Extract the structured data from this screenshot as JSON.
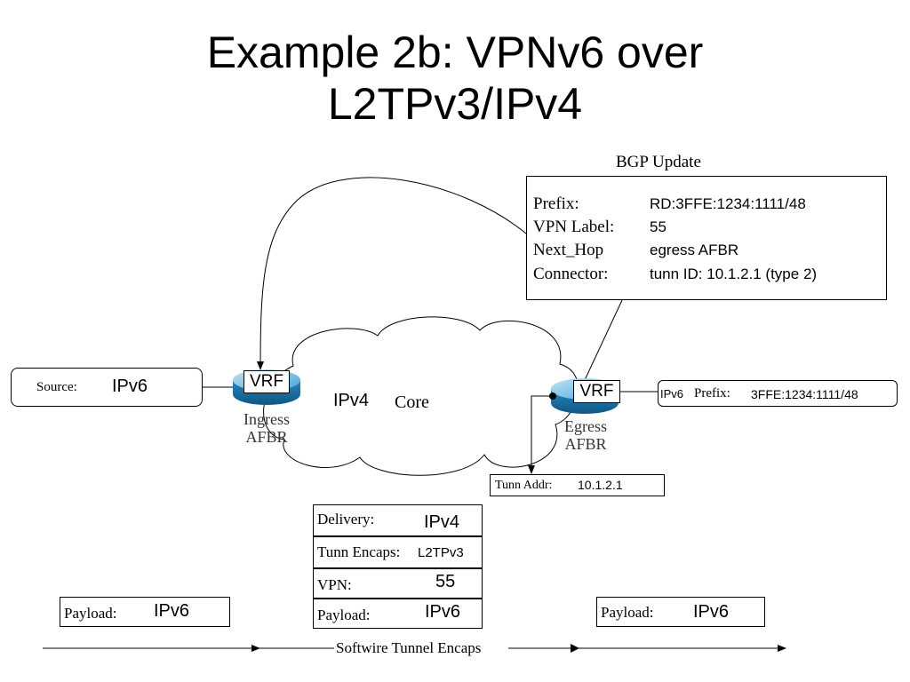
{
  "title": {
    "line1": "Example 2b: VPNv6 over",
    "line2": "L2TPv3/IPv4"
  },
  "bgp": {
    "heading": "BGP Update",
    "rows": [
      {
        "label": "Prefix:",
        "value": "RD:3FFE:1234:1111/48"
      },
      {
        "label": "VPN Label:",
        "value": "55"
      },
      {
        "label": "Next_Hop",
        "value": "egress AFBR"
      },
      {
        "label": "Connector:",
        "value": "tunn ID: 10.1.2.1 (type 2)"
      }
    ]
  },
  "source": {
    "label": "Source:",
    "value": "IPv6"
  },
  "ingress": {
    "vrf": "VRF",
    "line1": "Ingress",
    "line2": "AFBR"
  },
  "egress": {
    "vrf": "VRF",
    "line1": "Egress",
    "line2": "AFBR"
  },
  "core": {
    "ipv4": "IPv4",
    "core": "Core"
  },
  "prefix": {
    "ipv6": "IPv6",
    "label": "Prefix:",
    "value": "3FFE:1234:1111/48"
  },
  "tunn_addr": {
    "label": "Tunn Addr:",
    "value": "10.1.2.1"
  },
  "stack": [
    {
      "label": "Delivery:",
      "value": "IPv4"
    },
    {
      "label": "Tunn Encaps:",
      "value": "L2TPv3"
    },
    {
      "label": "VPN:",
      "value": "55"
    },
    {
      "label": "Payload:",
      "value": "IPv6"
    }
  ],
  "payload_left": {
    "label": "Payload:",
    "value": "IPv6"
  },
  "payload_right": {
    "label": "Payload:",
    "value": "IPv6"
  },
  "bottom_label": "Softwire Tunnel Encaps",
  "colors": {
    "router_top": "#7fc4e6",
    "router_side": "#1a6fa0"
  }
}
